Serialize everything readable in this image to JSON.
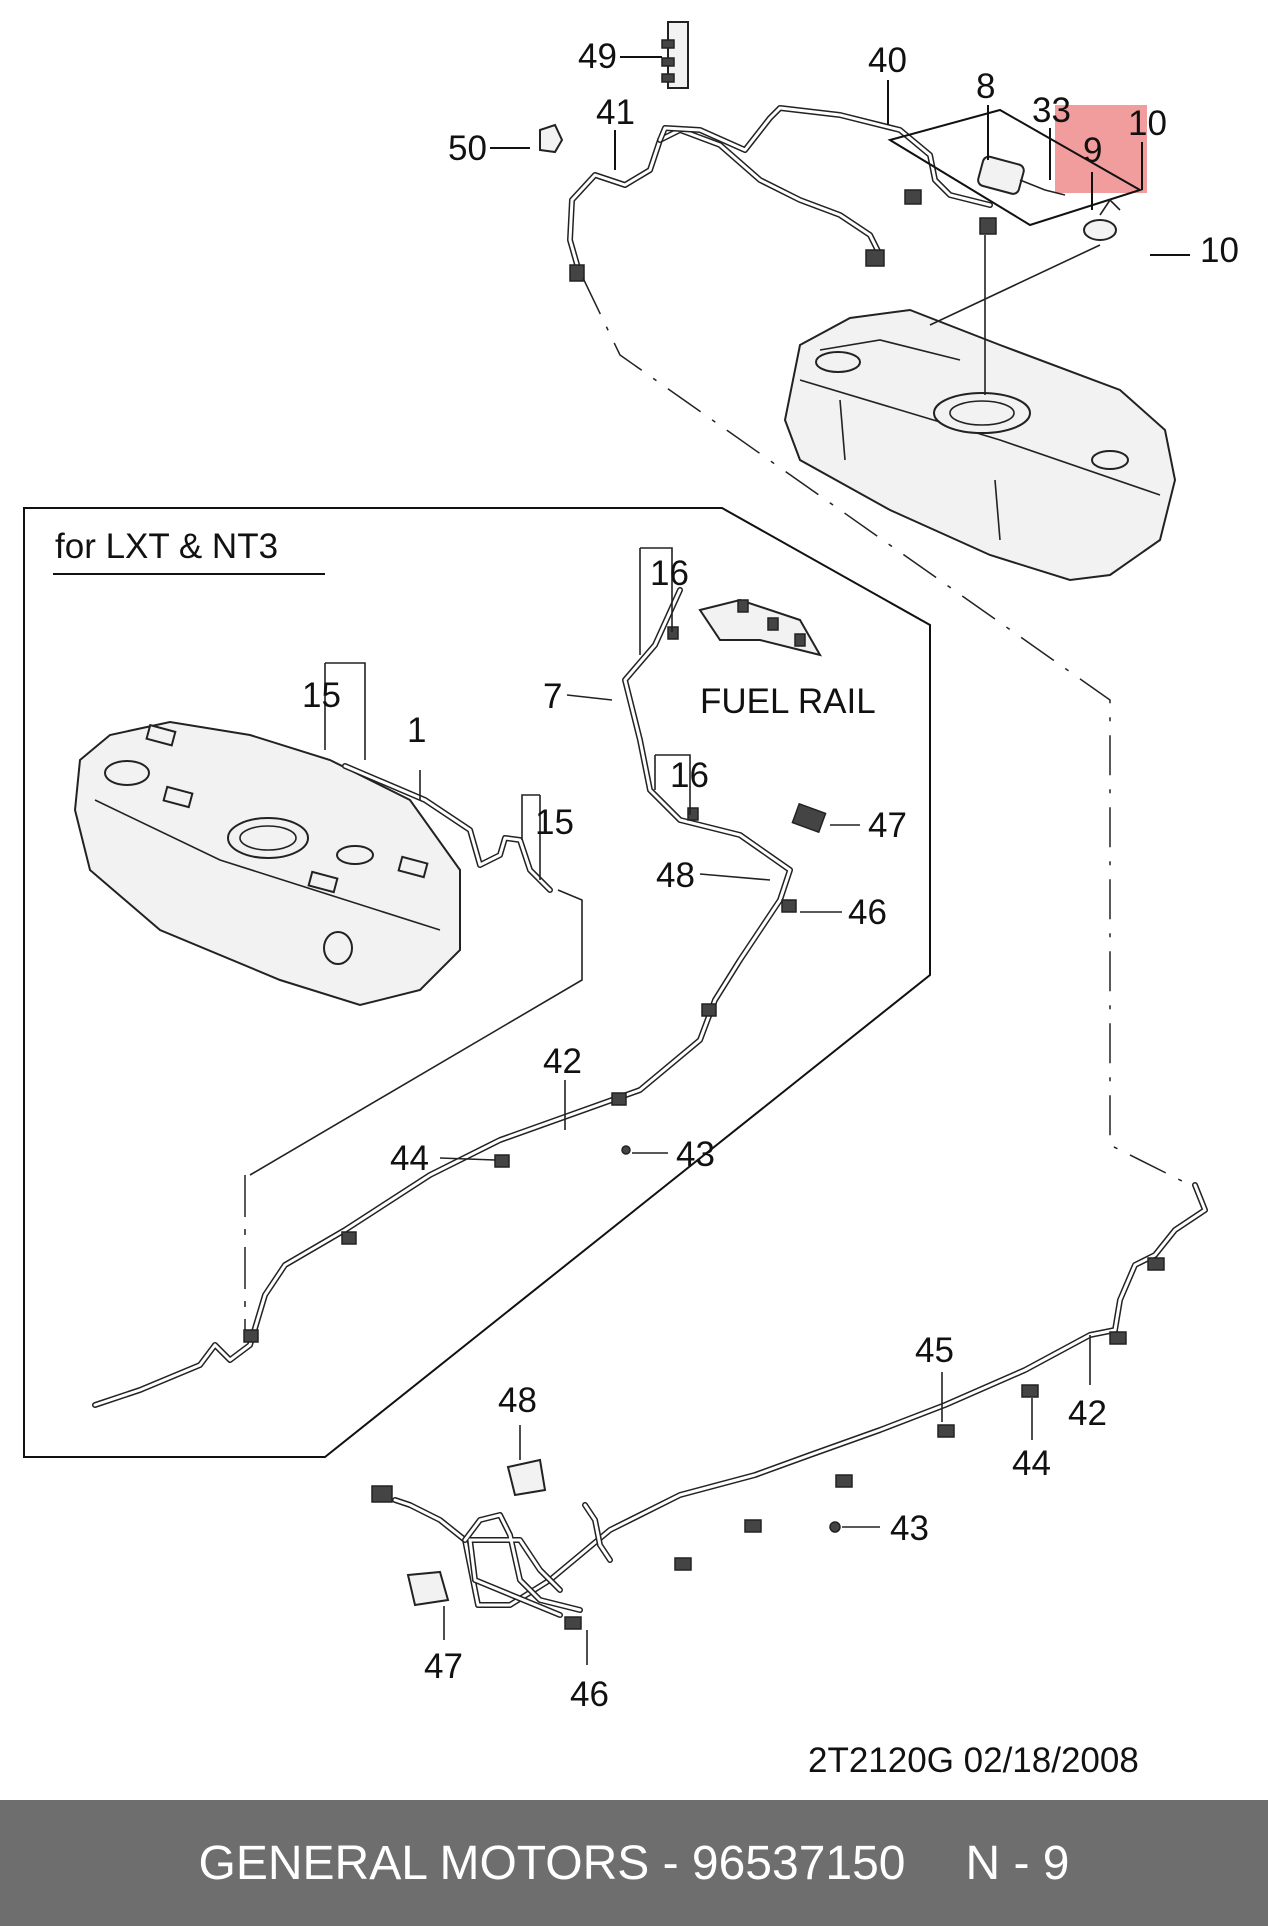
{
  "callouts": {
    "c49": "49",
    "c40": "40",
    "c8": "8",
    "c33": "33",
    "c10a": "10",
    "c9": "9",
    "c10b": "10",
    "c50": "50",
    "c41": "41",
    "c15a": "15",
    "c1": "1",
    "c15b": "15",
    "c16a": "16",
    "c7": "7",
    "c16b": "16",
    "c47a": "47",
    "c48a": "48",
    "c46a": "46",
    "c42a": "42",
    "c44a": "44",
    "c43a": "43",
    "c45": "45",
    "c42b": "42",
    "c44b": "44",
    "c48b": "48",
    "c43b": "43",
    "c47b": "47",
    "c46b": "46"
  },
  "inset_title": "for LXT & NT3",
  "fuel_rail_label": "FUEL RAIL",
  "diagram_code": "2T2120G  02/18/2008",
  "highlight_color": "#f08c8c",
  "footer": {
    "brand_part": "GENERAL MOTORS - 96537150",
    "item": "N - 9"
  }
}
